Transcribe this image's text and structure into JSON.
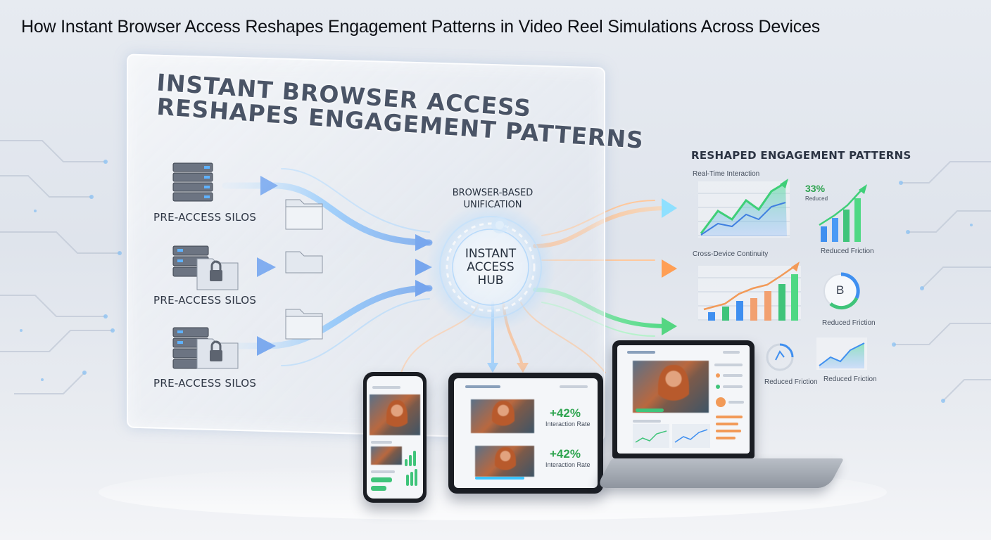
{
  "title": "How Instant Browser Access Reshapes Engagement Patterns in Video Reel Simulations Across Devices",
  "panel": {
    "heading_line1": "INSTANT BROWSER ACCESS",
    "heading_line2": "RESHAPES ENGAGEMENT PATTERNS",
    "silos": [
      {
        "label": "PRE-ACCESS SILOS"
      },
      {
        "label": "PRE-ACCESS SILOS"
      },
      {
        "label": "PRE-ACCESS SILOS"
      }
    ]
  },
  "hub": {
    "caption_line1": "BROWSER-BASED",
    "caption_line2": "UNIFICATION",
    "label_line1": "INSTANT",
    "label_line2": "ACCESS",
    "label_line3": "HUB"
  },
  "outcomes": {
    "heading": "RESHAPED ENGAGEMENT PATTERNS",
    "chart1_label": "Real-Time Interaction",
    "chart1_stat": "33%",
    "chart1_stat_sub": "Reduced",
    "chart1_side_label": "Reduced Friction",
    "chart2_label": "Cross-Device Continuity",
    "badge_letter": "B",
    "badge_label": "Reduced Friction",
    "mini1_label": "Reduced Friction",
    "mini2_label": "Reduced Friction"
  },
  "tablet": {
    "stat1_value": "+42%",
    "stat1_label": "Interaction Rate",
    "stat2_value": "+42%",
    "stat2_label": "Interaction Rate"
  },
  "colors": {
    "blue_stream": "#2f8cf0",
    "orange_stream": "#f5a25a",
    "green_stream": "#5fd98a",
    "hub_glow": "#7fc8ff"
  }
}
